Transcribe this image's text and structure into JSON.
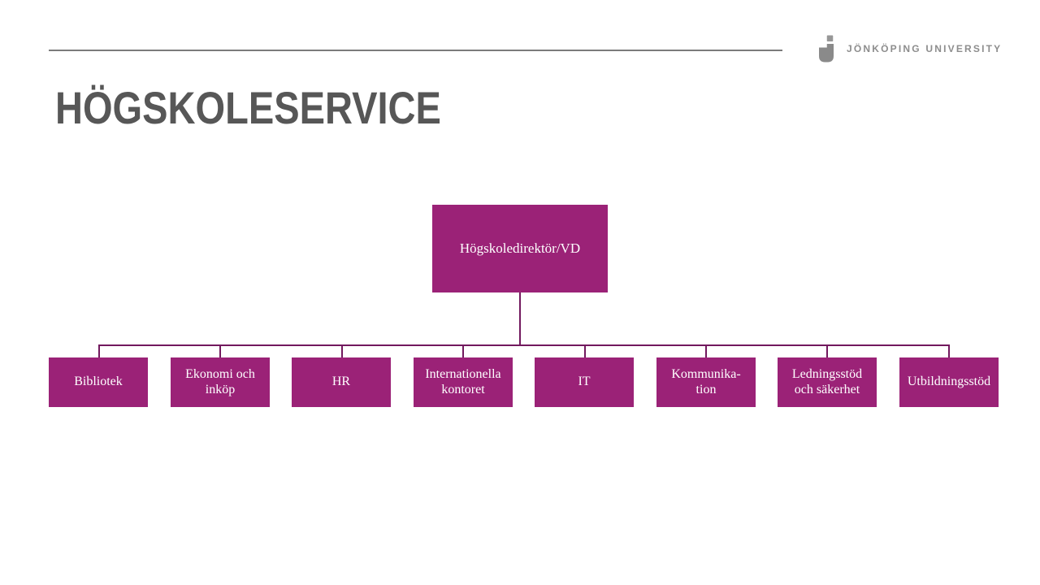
{
  "title": "HÖGSKOLESERVICE",
  "header": {
    "logo_text": "JÖNKÖPING UNIVERSITY"
  },
  "colors": {
    "node_fill": "#9b2277",
    "connector": "#72195e",
    "title_text": "#575757",
    "logo_gray": "#8d8d8d",
    "divider_gray": "#7b7b7b",
    "node_text": "#ffffff"
  },
  "org_chart": {
    "root": {
      "label": "Högskoledirektör/VD"
    },
    "children": [
      {
        "label": "Bibliotek"
      },
      {
        "label": "Ekonomi och\ninköp"
      },
      {
        "label": "HR"
      },
      {
        "label": "Internationella\nkontoret"
      },
      {
        "label": "IT"
      },
      {
        "label": "Kommunika-\ntion"
      },
      {
        "label": "Ledningsstöd\noch säkerhet"
      },
      {
        "label": "Utbildningsstöd"
      }
    ]
  }
}
